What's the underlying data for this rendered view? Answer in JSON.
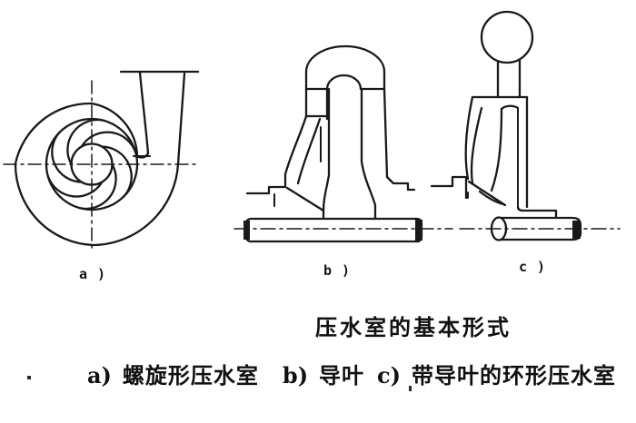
{
  "page": {
    "background": "#ffffff",
    "ink": "#161616"
  },
  "diagram": {
    "title": "压水室的基本形式",
    "sub_labels": {
      "a": "a )",
      "b": "b )",
      "c": "c )"
    },
    "caption": {
      "parts": [
        {
          "key": "a)",
          "text": "螺旋形压水室"
        },
        {
          "key": "b)",
          "text": "导叶"
        },
        {
          "key": "c)",
          "text": "带导叶的环形压水室"
        }
      ]
    }
  }
}
